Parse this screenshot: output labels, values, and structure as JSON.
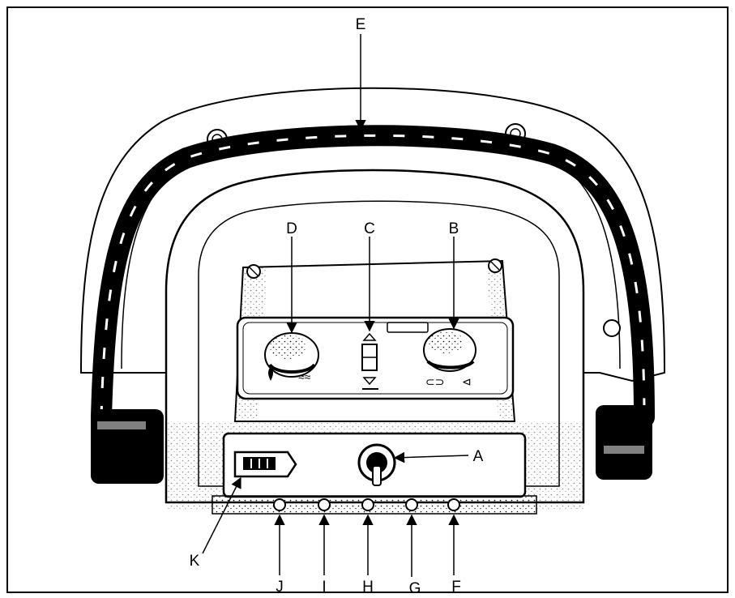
{
  "labels": {
    "A": "A",
    "B": "B",
    "C": "C",
    "D": "D",
    "E": "E",
    "F": "F",
    "G": "G",
    "H": "H",
    "I": "I",
    "J": "J",
    "K": "K"
  },
  "colors": {
    "ink": "#000000",
    "paper": "#ffffff"
  }
}
